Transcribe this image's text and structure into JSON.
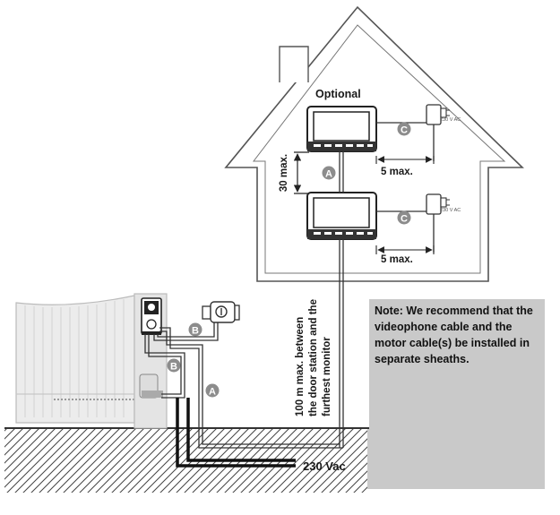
{
  "labels": {
    "optional": "Optional",
    "height_max": "30 max.",
    "monitor1_to_adapter": "5 max.",
    "monitor2_to_adapter": "5 max.",
    "cable_length_line1": "100 m max. between",
    "cable_length_line2": "the door station and the",
    "cable_length_line3": "furthest monitor",
    "mains": "230 Vac",
    "adapter1_rating": "230 V AC",
    "adapter2_rating": "230 V AC"
  },
  "markers": {
    "cable_a": "A",
    "cable_b": "B",
    "cable_c": "C"
  },
  "note": {
    "text": "Note: We recommend that the videophone cable and the motor cable(s) be installed in separate sheaths."
  },
  "colors": {
    "line": "#333333",
    "house_fill": "#ffffff",
    "marker_fill": "#8c8c8c",
    "note_bg": "#c9c9c9",
    "gate": "#e6e6e6"
  },
  "icons": {
    "lock": "lock-icon",
    "adapter": "plug-adapter-icon",
    "car": "car-icon"
  }
}
